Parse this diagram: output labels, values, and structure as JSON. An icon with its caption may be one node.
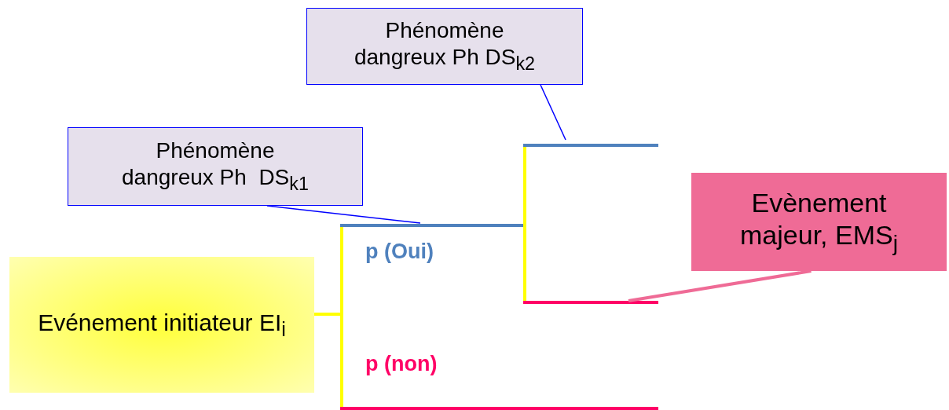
{
  "diagram": {
    "nodes": [
      {
        "text": [
          "Evénement initiateur EI$_{i}$"
        ]
      },
      {
        "text": [
          "Phénomène dangreux Ph  DS$_{k1}$"
        ]
      },
      {
        "text": [
          "Phénomène dangreux Ph DS$_{k2}$"
        ]
      },
      {
        "text": [
          "Evènement majeur, EMS$_{j}$"
        ]
      }
    ],
    "edges": [
      {
        "from": 1,
        "to": null,
        "arrow": "none"
      },
      {
        "from": 2,
        "to": null,
        "arrow": "none"
      },
      {
        "from": 3,
        "to": null,
        "arrow": "none",
        "style": "thick",
        "color": "#ef6b96"
      }
    ],
    "labels": [
      "p (Oui)",
      "p (non)"
    ]
  }
}
